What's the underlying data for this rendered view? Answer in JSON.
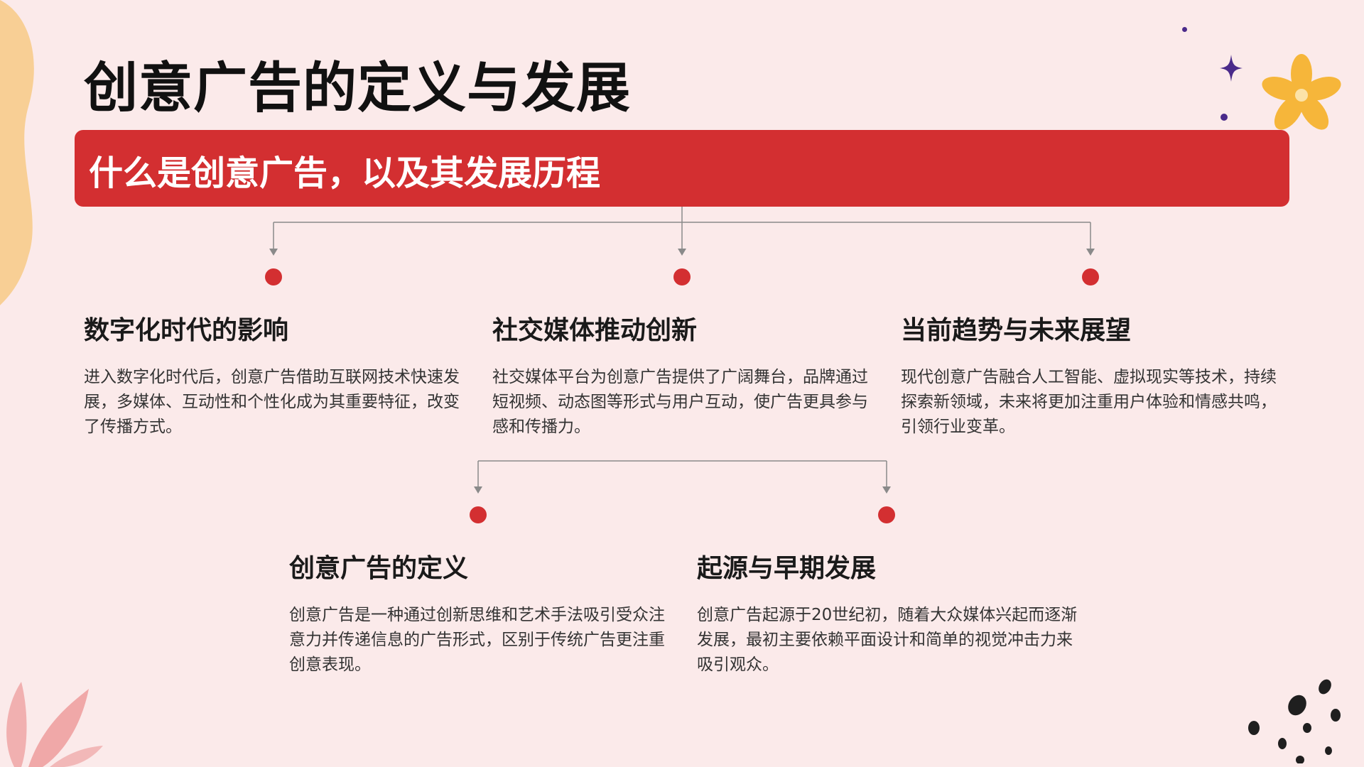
{
  "page": {
    "title": "创意广告的定义与发展",
    "banner": "什么是创意广告，以及其发展历程"
  },
  "top_row": [
    {
      "heading": "数字化时代的影响",
      "body": "进入数字化时代后，创意广告借助互联网技术快速发展，多媒体、互动性和个性化成为其重要特征，改变了传播方式。"
    },
    {
      "heading": "社交媒体推动创新",
      "body": "社交媒体平台为创意广告提供了广阔舞台，品牌通过短视频、动态图等形式与用户互动，使广告更具参与感和传播力。"
    },
    {
      "heading": "当前趋势与未来展望",
      "body": "现代创意广告融合人工智能、虚拟现实等技术，持续探索新领域，未来将更加注重用户体验和情感共鸣，引领行业变革。"
    }
  ],
  "bottom_row": [
    {
      "heading": "创意广告的定义",
      "body": "创意广告是一种通过创新思维和艺术手法吸引受众注意力并传递信息的广告形式，区别于传统广告更注重创意表现。"
    },
    {
      "heading": "起源与早期发展",
      "body": "创意广告起源于20世纪初，随着大众媒体兴起而逐渐发展，最初主要依赖平面设计和简单的视觉冲击力来吸引观众。"
    }
  ],
  "colors": {
    "background": "#fbeaea",
    "accent_red": "#d32f31",
    "connector": "#8a8a8a",
    "flower": "#f6b63a",
    "sparkle": "#4a2a8a"
  }
}
